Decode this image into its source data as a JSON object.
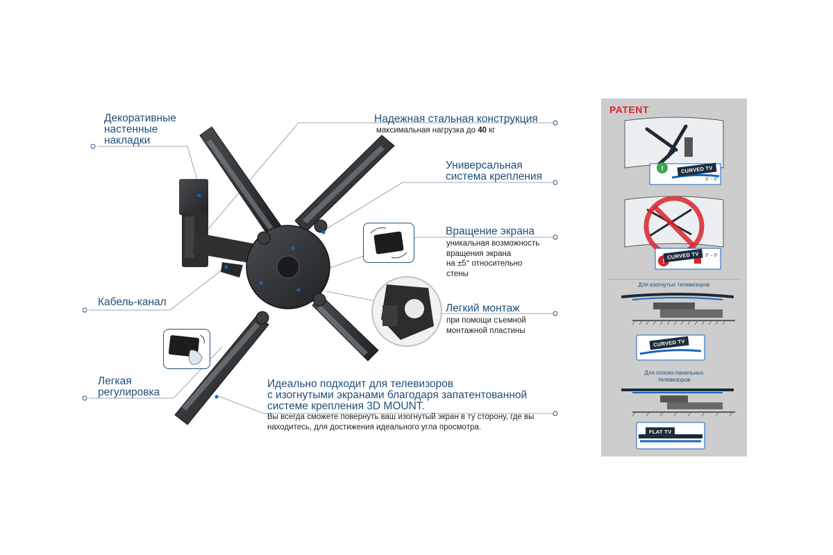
{
  "callouts": {
    "decorative": {
      "title_lines": [
        "Декоративные",
        "настенные",
        "накладки"
      ]
    },
    "steel": {
      "title": "Надежная стальная конструкция",
      "desc_prefix": "максимальная нагрузка до ",
      "desc_value": "40",
      "desc_suffix": " кг"
    },
    "universal": {
      "title_lines": [
        "Универсальная",
        "система крепления"
      ]
    },
    "rotation": {
      "title": "Вращение экрана",
      "desc_lines": [
        "уникальная возможность",
        "вращения экрана",
        "на ±5° относительно",
        "стены"
      ]
    },
    "cable": {
      "title": "Кабель-канал"
    },
    "install": {
      "title": "Легкий монтаж",
      "desc_lines": [
        "при помощи съемной",
        "монтажной пластины"
      ]
    },
    "adjust": {
      "title_lines": [
        "Легкая",
        "регулировка"
      ]
    },
    "curved": {
      "title_lines": [
        "Идеально подходит для телевизоров",
        "с изогнутыми экранами благодаря запатентованной",
        "системе крепления 3D MOUNT."
      ],
      "desc_lines": [
        "Вы всегда сможете повернуть ваш изогнутый экран в ту сторону, где вы",
        "находитесь, для достижения идеального угла просмотра."
      ]
    }
  },
  "panel": {
    "patent": "PATENT",
    "tag_curved_1": "CURVED TV",
    "tag_curved_2": "CURVED TV",
    "angle_1": "3° ~ 5°",
    "angle_2": "3° ~ 5°",
    "caption_curved": "Для изогнутых телевизоров",
    "tag_curved_3": "CURVED TV",
    "caption_flat_lines": [
      "Для плоско-панельных",
      "телевизоров"
    ],
    "tag_flat": "FLAT TV"
  },
  "colors": {
    "title": "#1f4e79",
    "accent_blue": "#1565c0",
    "patent_red": "#d8242a",
    "bracket": "#2f3133",
    "panel_bg": "#cdcdcd",
    "ok_green": "#3aa84a",
    "error_red": "#d8242a"
  }
}
